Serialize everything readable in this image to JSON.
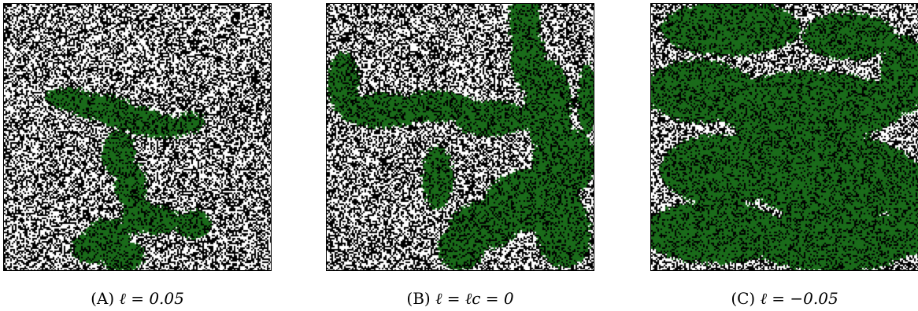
{
  "figure": {
    "panels": [
      {
        "id": "a",
        "label": "(A)",
        "equation": "ℓ = 0.05"
      },
      {
        "id": "b",
        "label": "(B)",
        "equation": "ℓ = ℓc = 0"
      },
      {
        "id": "c",
        "label": "(C)",
        "equation": "ℓ = −0.05"
      }
    ]
  },
  "colors": {
    "cluster": "#1a6b1a",
    "occupied": "#000000",
    "empty": "#ffffff"
  }
}
